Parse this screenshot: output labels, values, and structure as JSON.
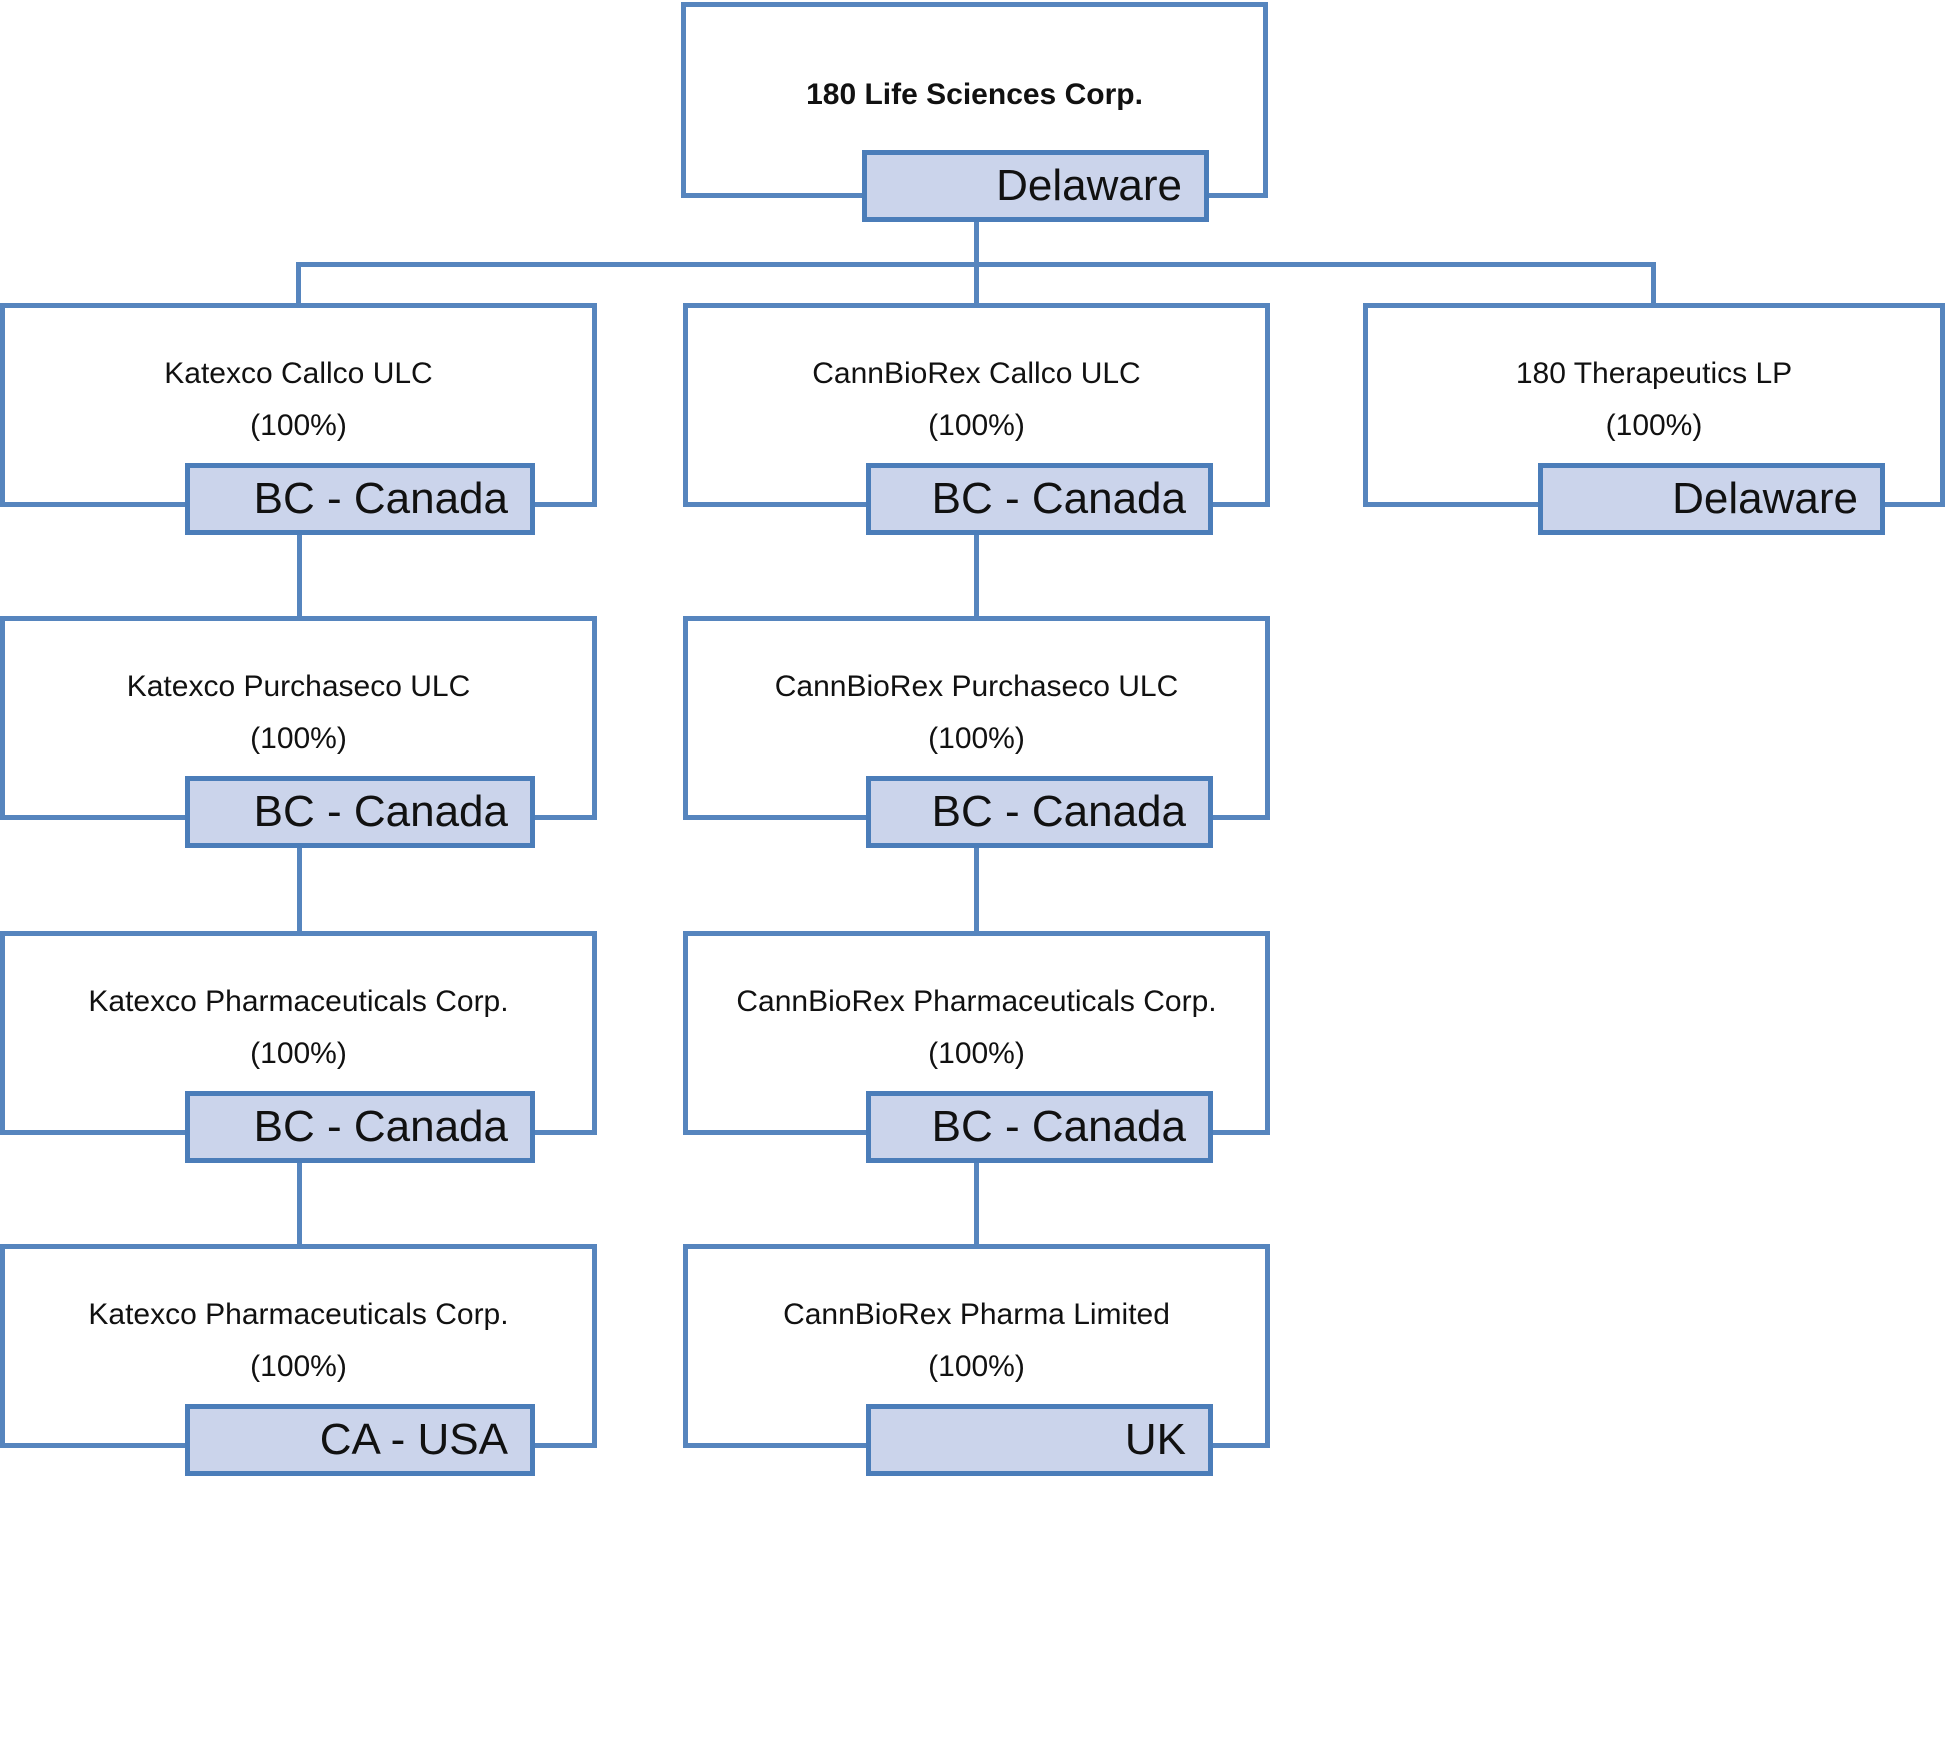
{
  "colors": {
    "connector_line": "#5685BE",
    "box_border": "#5685BE",
    "badge_border": "#4B7DB9",
    "badge_fill": "#CBD4EB",
    "text": "#111111",
    "background": "#ffffff"
  },
  "nodes": [
    {
      "name": "180 Life Sciences Corp.",
      "ownership": "",
      "jurisdiction": "Delaware"
    },
    {
      "name": "Katexco Callco ULC",
      "ownership": "(100%)",
      "jurisdiction": "BC - Canada"
    },
    {
      "name": "CannBioRex Callco ULC",
      "ownership": "(100%)",
      "jurisdiction": "BC - Canada"
    },
    {
      "name": "180 Therapeutics LP",
      "ownership": "(100%)",
      "jurisdiction": "Delaware"
    },
    {
      "name": "Katexco Purchaseco ULC",
      "ownership": "(100%)",
      "jurisdiction": "BC - Canada"
    },
    {
      "name": "CannBioRex Purchaseco ULC",
      "ownership": "(100%)",
      "jurisdiction": "BC - Canada"
    },
    {
      "name": "Katexco Pharmaceuticals Corp.",
      "ownership": "(100%)",
      "jurisdiction": "BC - Canada"
    },
    {
      "name": "CannBioRex Pharmaceuticals Corp.",
      "ownership": "(100%)",
      "jurisdiction": "BC - Canada"
    },
    {
      "name": "Katexco Pharmaceuticals Corp.",
      "ownership": "(100%)",
      "jurisdiction": "CA - USA"
    },
    {
      "name": "CannBioRex Pharma Limited",
      "ownership": "(100%)",
      "jurisdiction": "UK"
    }
  ],
  "edges": [
    {
      "from": "180 Life Sciences Corp.",
      "to": "Katexco Callco ULC"
    },
    {
      "from": "180 Life Sciences Corp.",
      "to": "CannBioRex Callco ULC"
    },
    {
      "from": "180 Life Sciences Corp.",
      "to": "180 Therapeutics LP"
    },
    {
      "from": "Katexco Callco ULC",
      "to": "Katexco Purchaseco ULC"
    },
    {
      "from": "Katexco Purchaseco ULC",
      "to": "Katexco Pharmaceuticals Corp. (BC - Canada)"
    },
    {
      "from": "Katexco Pharmaceuticals Corp. (BC - Canada)",
      "to": "Katexco Pharmaceuticals Corp. (CA - USA)"
    },
    {
      "from": "CannBioRex Callco ULC",
      "to": "CannBioRex Purchaseco ULC"
    },
    {
      "from": "CannBioRex Purchaseco ULC",
      "to": "CannBioRex Pharmaceuticals Corp."
    },
    {
      "from": "CannBioRex Pharmaceuticals Corp.",
      "to": "CannBioRex Pharma Limited"
    }
  ]
}
